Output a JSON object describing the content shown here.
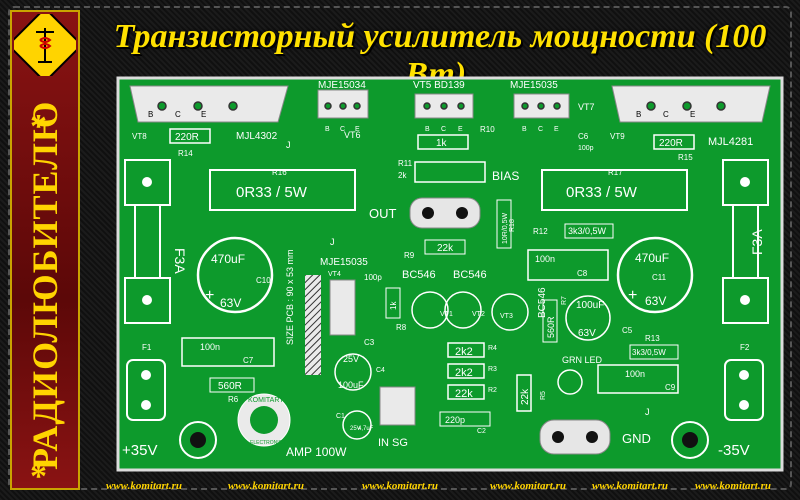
{
  "page": {
    "title": "Транзисторный усилитель мощности (100 Вт).",
    "sidebar_text": "РАДИОЛЮБИТЕЛЮ",
    "star": "*",
    "footer_url": "www.komitart.ru",
    "colors": {
      "board": "#0d9a2c",
      "trace_light": "#e6e6e6",
      "title": "#ffe100",
      "sidebar": "#7a0d0d",
      "border": "#c9a400"
    }
  },
  "pcb": {
    "transistors_top": [
      "MJE15034",
      "VT5  BD139",
      "MJE15035"
    ],
    "vt7": "VT7",
    "vt6": "VT6",
    "vt8": "VT8",
    "vt9": "VT9",
    "mjl_left": "MJL4302",
    "mjl_right": "MJL4281",
    "r14": "R14",
    "r15": "R15",
    "r14_value": "220R",
    "r15_value": "220R",
    "bce": [
      "B",
      "C",
      "E"
    ],
    "r10": "R10",
    "r11": "R11",
    "r11_value": "2k",
    "pot_value": "1k",
    "bias": "BIAS",
    "c6": "C6",
    "c6_value": "100p",
    "r16": "R16",
    "r17": "R17",
    "power_res": "0R33 / 5W",
    "out": "OUT",
    "r18": "R18",
    "r18_value": "10R/0,5W",
    "r9": "R9",
    "r9_value": "22k",
    "r12": "R12",
    "r12_value": "3k3/0,5W",
    "c10": "C10",
    "c11": "C11",
    "cap_value": "470uF",
    "cap_voltage": "63V",
    "fuse": "F3A",
    "f1": "F1",
    "f2": "F2",
    "j": "J",
    "vt4": "VT4",
    "mje15035_mid": "MJE15035",
    "size_pcb": "SIZE PCB : 90 x 53 mm",
    "c3": "C3",
    "c3_value": "100p",
    "r8": "R8",
    "r8_value": "1k",
    "bc546_left": "BC546",
    "bc546_right": "BC546",
    "bc546_vert": "BC546",
    "vt1": "VT1",
    "vt2": "VT2",
    "vt3": "VT3",
    "c8": "C8",
    "c8_value": "100n",
    "c7": "C7",
    "c7_value": "100n",
    "c9": "C9",
    "c9_value": "100n",
    "c5": "C5",
    "c5_value": "100uF",
    "c5_voltage": "63V",
    "r7": "R7",
    "r7_value": "560R",
    "r13": "R13",
    "r13_value": "3k3/0,5W",
    "r4": "R4",
    "r4_value": "2k2",
    "r3": "R3",
    "r3_value": "2k2",
    "r2": "R2",
    "r2_value": "22k",
    "r5": "R5",
    "r5_value": "22k",
    "c4": "C4",
    "c4_value": "100uF",
    "c4_voltage": "25V",
    "c1": "C1",
    "c1_value": "4,7uF",
    "c1_voltage": "25V",
    "c2": "C2",
    "c2_value": "220p",
    "r6": "R6",
    "r6_value": "560R",
    "grn_led": "GRN LED",
    "in_sg": "IN  SG",
    "amp": "AMP 100W",
    "gnd": "GND",
    "plus35": "+35V",
    "minus35": "-35V",
    "brand": "KOMITART",
    "brand2": "ELECTRONICS"
  }
}
